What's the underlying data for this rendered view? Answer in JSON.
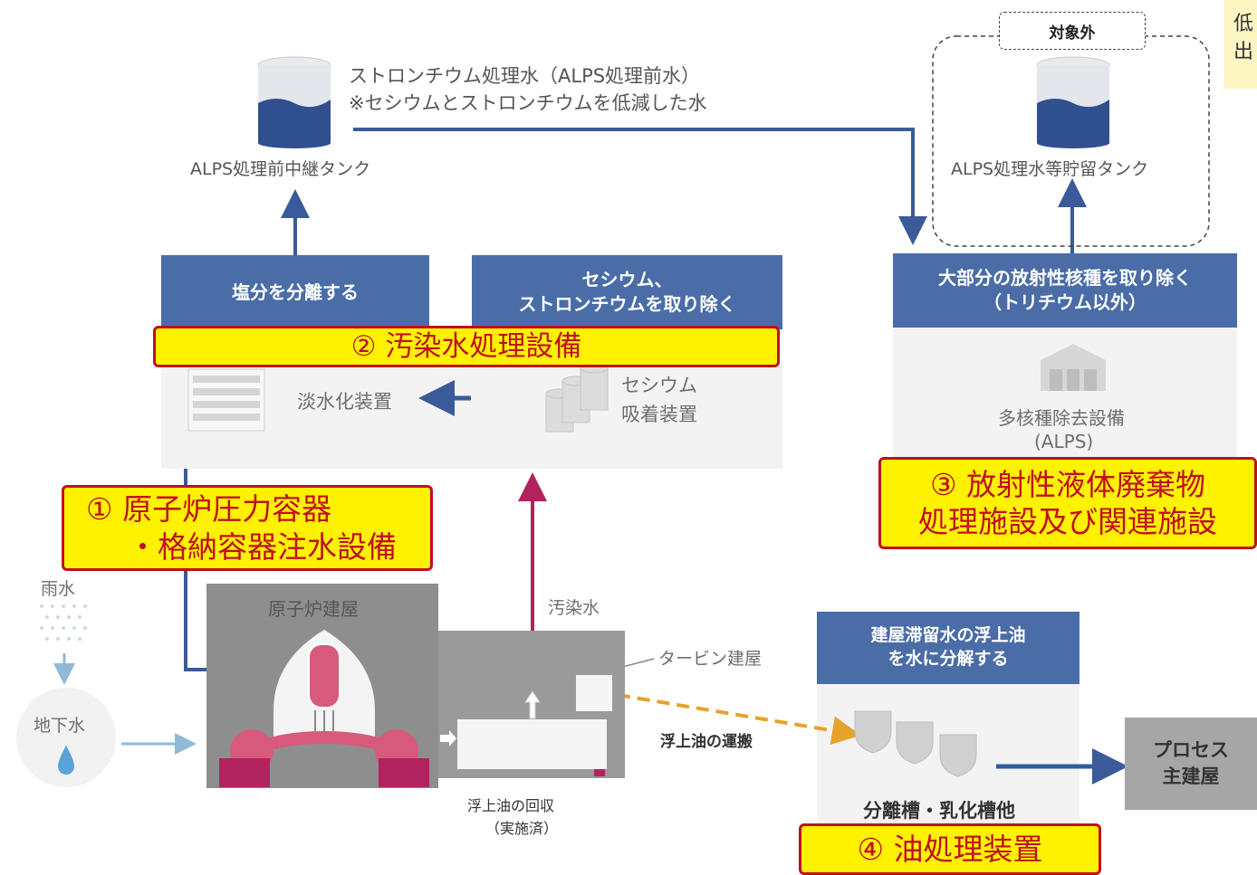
{
  "top": {
    "strontium_water_line1": "ストロンチウム処理水（ALPS処理前水）",
    "strontium_water_line2": "※セシウムとストロンチウムを低減した水",
    "relay_tank_label": "ALPS処理前中継タンク",
    "out_of_scope": "対象外",
    "storage_tank_label": "ALPS処理水等貯留タンク"
  },
  "process_boxes": {
    "salt": "塩分を分離する",
    "cesium_line1": "セシウム、",
    "cesium_line2": "ストロンチウムを取り除く",
    "alps_line1": "大部分の放射性核種を取り除く",
    "alps_line2": "（トリチウム以外）",
    "oil_line1": "建屋滞留水の浮上油",
    "oil_line2": "を水に分解する",
    "process_line1": "プロセス",
    "process_line2": "主建屋"
  },
  "equipment": {
    "desalination": "淡水化装置",
    "cesium_adsorb_line1": "セシウム",
    "cesium_adsorb_line2": "吸着装置",
    "alps_line1": "多核種除去設備",
    "alps_line2": "(ALPS)",
    "separation_tank": "分離槽・乳化槽他"
  },
  "ground": {
    "rain": "雨水",
    "groundwater": "地下水",
    "reactor_building": "原子炉建屋",
    "contaminated_water": "汚染水",
    "turbine_building": "タービン建屋",
    "oil_recovery_line1": "浮上油の回収",
    "oil_recovery_line2": "（実施済）",
    "oil_transport": "浮上油の運搬"
  },
  "callouts": {
    "c1_line1": "① 原子炉圧力容器",
    "c1_line2": "・格納容器注水設備",
    "c2": "② 汚染水処理設備",
    "c3_line1": "③ 放射性液体廃棄物",
    "c3_line2": "処理施設及び関連施設",
    "c4": "④ 油処理装置"
  },
  "corner_note": {
    "line1": "低",
    "line2": "出"
  },
  "colors": {
    "process_blue": "#4a6da7",
    "callout_yellow": "#fff200",
    "callout_red": "#c0101a",
    "flow_blue": "#3b5a9a",
    "contaminated_magenta": "#b0235e",
    "oil_orange": "#e6a32a"
  }
}
